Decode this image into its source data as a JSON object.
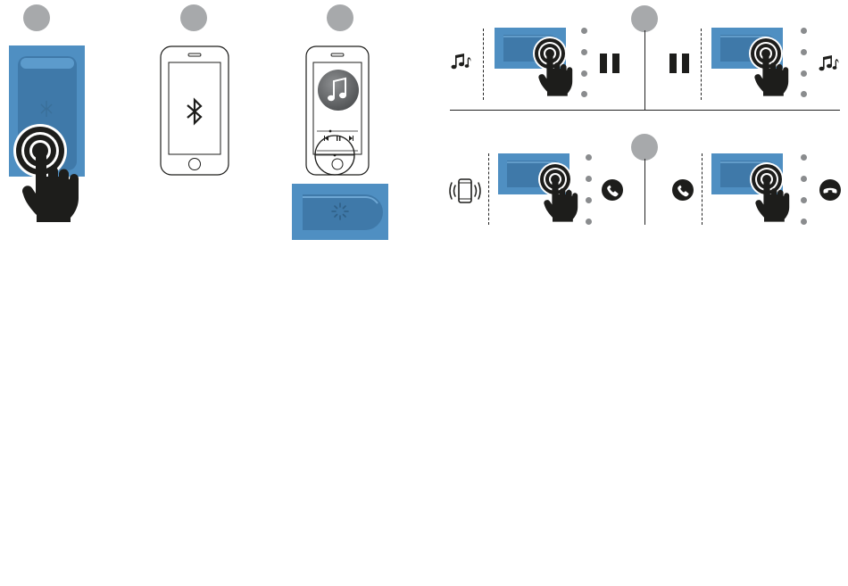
{
  "colors": {
    "badge": "#a7a9ab",
    "clip_blue": "#4f8fc2",
    "clip_blue_dark": "#3f79a9",
    "ink": "#1d1d1b",
    "led": "#8a8c8e"
  },
  "steps": [
    {
      "id": "step-1",
      "illustration": "press-clip-button"
    },
    {
      "id": "step-2",
      "illustration": "phone-bluetooth-pairing",
      "icon": "bluetooth-icon"
    },
    {
      "id": "step-3",
      "illustration": "phone-music-player",
      "icon": "music-note-icon"
    },
    {
      "id": "step-4",
      "illustration": "media-and-call-controls"
    }
  ],
  "step4": {
    "media_row": {
      "left_icon": "music-notes-icon",
      "middle_icons": [
        "pause-icon",
        "pause-icon"
      ],
      "right_icon": "music-notes-icon"
    },
    "call_row": {
      "left_icon": "ringing-phone-icon",
      "middle_icons": [
        "phone-answer-icon",
        "phone-answer-icon"
      ],
      "right_icon": "phone-hangup-icon"
    }
  }
}
